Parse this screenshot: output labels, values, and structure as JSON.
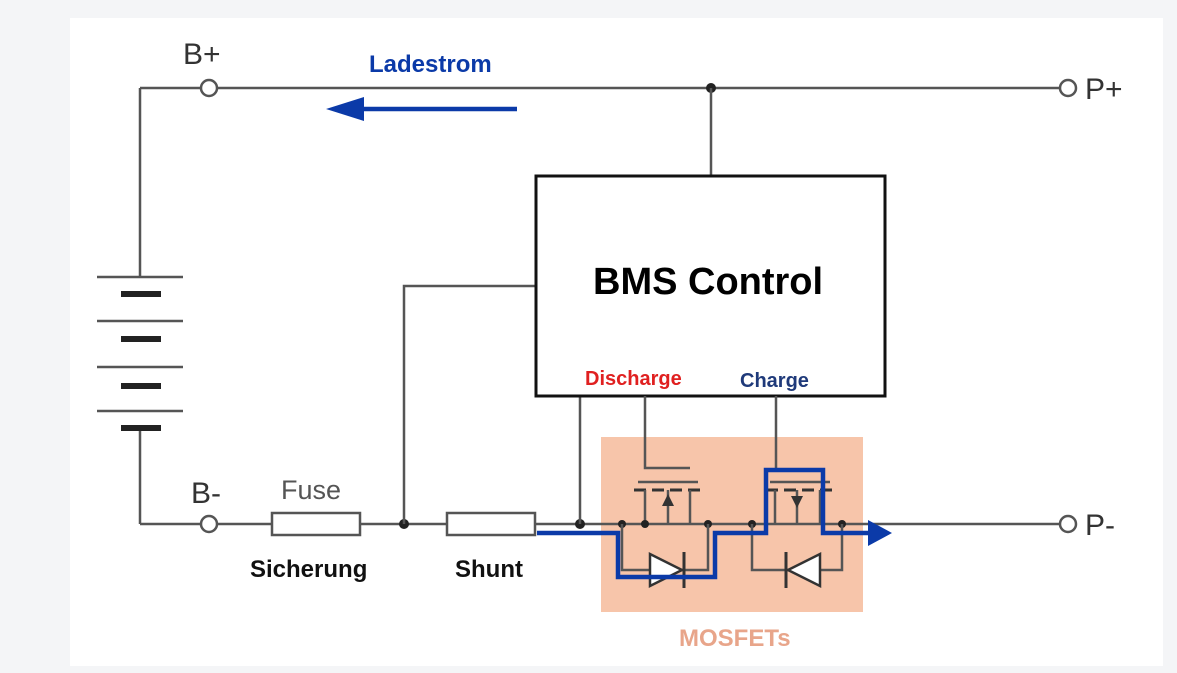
{
  "terminals": {
    "b_plus": "B+",
    "b_minus": "B-",
    "p_plus": "P+",
    "p_minus": "P-"
  },
  "labels": {
    "ladestrom": "Ladestrom",
    "fuse": "Fuse",
    "sicherung": "Sicherung",
    "shunt": "Shunt",
    "bms_control": "BMS Control",
    "discharge": "Discharge",
    "charge": "Charge",
    "mosfets": "MOSFETs"
  },
  "colors": {
    "current_blue": "#0b3aa8",
    "discharge_red": "#e02020",
    "charge_navy": "#1f3a7a",
    "mosfet_highlight": "#f7c5aa",
    "mosfet_label": "#e8a58a"
  }
}
